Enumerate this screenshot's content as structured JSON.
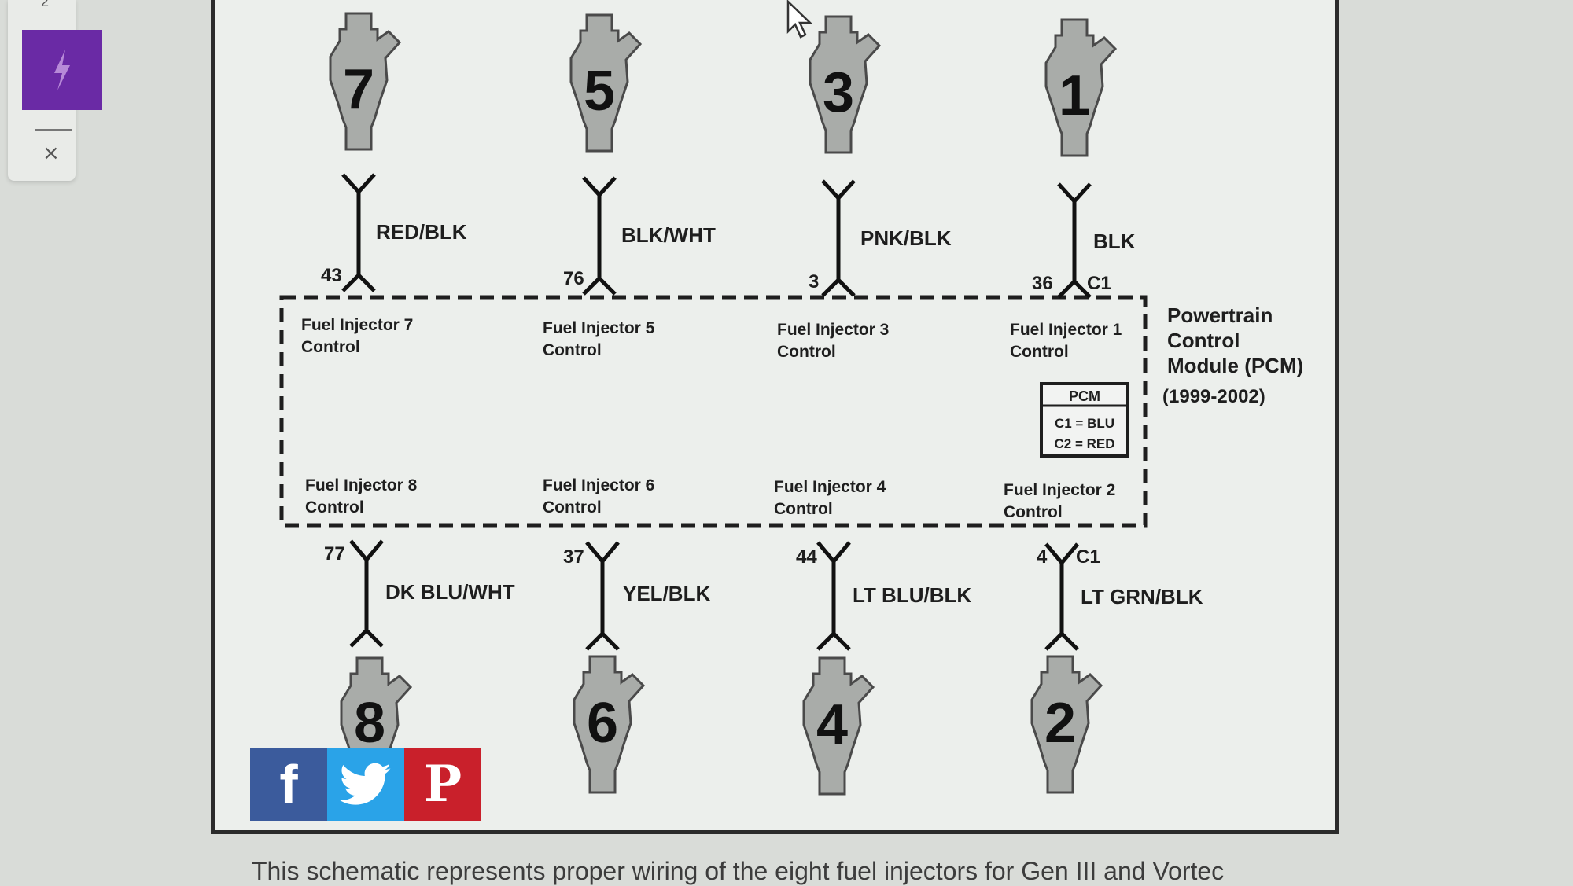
{
  "side_panel": {
    "number": "2",
    "close_label": "×",
    "icon": "bolt-icon"
  },
  "diagram": {
    "pcm": {
      "title_lines": [
        "Powertrain",
        "Control",
        "Module (PCM)"
      ],
      "years": "(1999-2002)",
      "box_title": "PCM",
      "box_line1": "C1 = BLU",
      "box_line2": "C2 = RED"
    },
    "top_injectors": [
      {
        "number": "7",
        "wire": "RED/BLK",
        "pin": "43",
        "connector": "",
        "label1": "Fuel Injector 7",
        "label2": "Control"
      },
      {
        "number": "5",
        "wire": "BLK/WHT",
        "pin": "76",
        "connector": "",
        "label1": "Fuel Injector 5",
        "label2": "Control"
      },
      {
        "number": "3",
        "wire": "PNK/BLK",
        "pin": "3",
        "connector": "",
        "label1": "Fuel Injector 3",
        "label2": "Control"
      },
      {
        "number": "1",
        "wire": "BLK",
        "pin": "36",
        "connector": "C1",
        "label1": "Fuel Injector 1",
        "label2": "Control"
      }
    ],
    "bottom_injectors": [
      {
        "number": "8",
        "wire": "DK BLU/WHT",
        "pin": "77",
        "connector": "",
        "label1": "Fuel Injector 8",
        "label2": "Control"
      },
      {
        "number": "6",
        "wire": "YEL/BLK",
        "pin": "37",
        "connector": "",
        "label1": "Fuel Injector 6",
        "label2": "Control"
      },
      {
        "number": "4",
        "wire": "LT BLU/BLK",
        "pin": "44",
        "connector": "",
        "label1": "Fuel Injector 4",
        "label2": "Control"
      },
      {
        "number": "2",
        "wire": "LT GRN/BLK",
        "pin": "4",
        "connector": "C1",
        "label1": "Fuel Injector 2",
        "label2": "Control"
      }
    ]
  },
  "share": {
    "facebook": {
      "label": "f",
      "icon": "facebook-icon",
      "color": "#3b5b9c"
    },
    "twitter": {
      "icon": "twitter-icon",
      "color": "#2aa3e8"
    },
    "pinterest": {
      "label": "P",
      "icon": "pinterest-icon",
      "color": "#c9202b"
    }
  },
  "caption": "This schematic represents proper wiring of the eight fuel injectors for Gen III and Vortec"
}
